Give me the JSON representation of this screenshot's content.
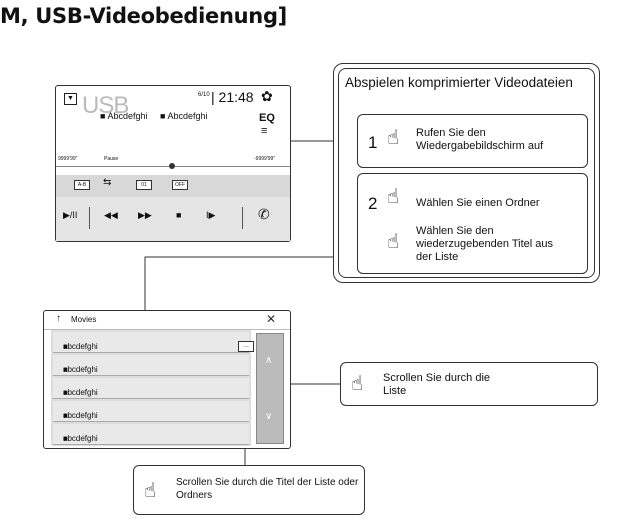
{
  "heading": "M, USB-Videobedienung]",
  "player": {
    "source": "USB",
    "folder": "Abcdefghi",
    "track": "Abcdefghi",
    "track_no": "6/10",
    "clock": "21:48",
    "eq": "EQ",
    "elapsed": "9999'99\"",
    "remaining": "-9999'99\"",
    "status": "Pause",
    "modes": [
      "A-B",
      "01",
      "OFF"
    ]
  },
  "callout": {
    "title": "Abspielen komprimierter Videodateien",
    "steps": [
      {
        "num": "1",
        "items": [
          "Rufen Sie den Wiedergabebildschirm auf"
        ]
      },
      {
        "num": "2",
        "items": [
          "Wählen Sie einen Ordner",
          "Wählen Sie den wiederzugebenden Titel aus der Liste"
        ]
      }
    ]
  },
  "list": {
    "title": "Movies",
    "rows": [
      "abcdefghi",
      "abcdefghi",
      "abcdefghi",
      "abcdefghi",
      "abcdefghi"
    ],
    "more": "…"
  },
  "scroll_callout": "Scrollen Sie durch die Liste",
  "titles_callout": "Scrollen Sie durch die Titel der Liste oder Ordners",
  "icons": [
    "dropdown-icon",
    "settings-icon",
    "menu-icon",
    "play-pause-icon",
    "rewind-icon",
    "forward-icon",
    "stop-icon",
    "slow-icon",
    "phone-icon",
    "back-arrow-icon",
    "close-icon",
    "folder-icon",
    "file-icon",
    "more-icon",
    "scroll-up-icon",
    "scroll-down-icon",
    "touch-hand-icon"
  ]
}
